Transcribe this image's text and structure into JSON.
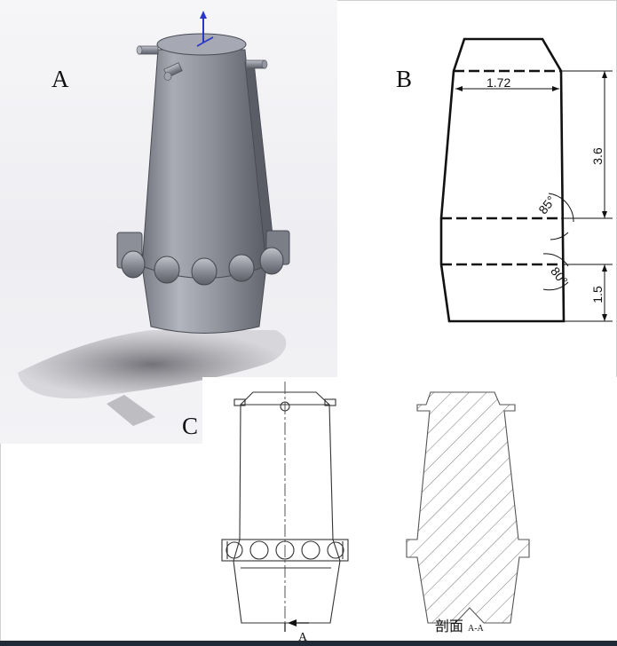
{
  "panels": {
    "a_label": "A",
    "b_label": "B",
    "c_label": "C"
  },
  "dimensions": {
    "top_width": "1.72",
    "upper_height": "3.6",
    "lower_height": "1.5",
    "upper_angle": "85°",
    "lower_angle": "80°"
  },
  "section": {
    "cut_label": "A",
    "caption": "剖面",
    "caption_suffix": "A-A"
  },
  "colors": {
    "model_body": "#9a9ca6",
    "axis_blue": "#2a36c8",
    "line": "#111111",
    "hatch": "#7d7d7d"
  }
}
